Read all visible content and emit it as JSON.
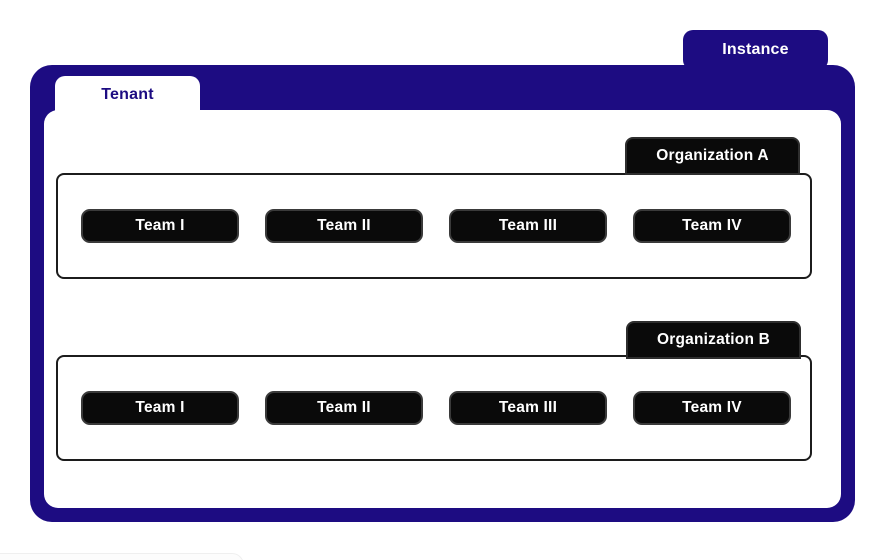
{
  "diagram": {
    "instance_label": "Instance",
    "tenant_label": "Tenant",
    "organizations": [
      {
        "label": "Organization A",
        "teams": [
          "Team I",
          "Team II",
          "Team III",
          "Team IV"
        ]
      },
      {
        "label": "Organization B",
        "teams": [
          "Team I",
          "Team II",
          "Team III",
          "Team IV"
        ]
      }
    ],
    "colors": {
      "instance_navy": "#1d0c82",
      "box_black": "#0a0a0a",
      "box_border_gray": "#3a3a3a",
      "group_border": "#1c1c1c",
      "background": "#ffffff",
      "text_on_dark": "#ffffff"
    }
  }
}
